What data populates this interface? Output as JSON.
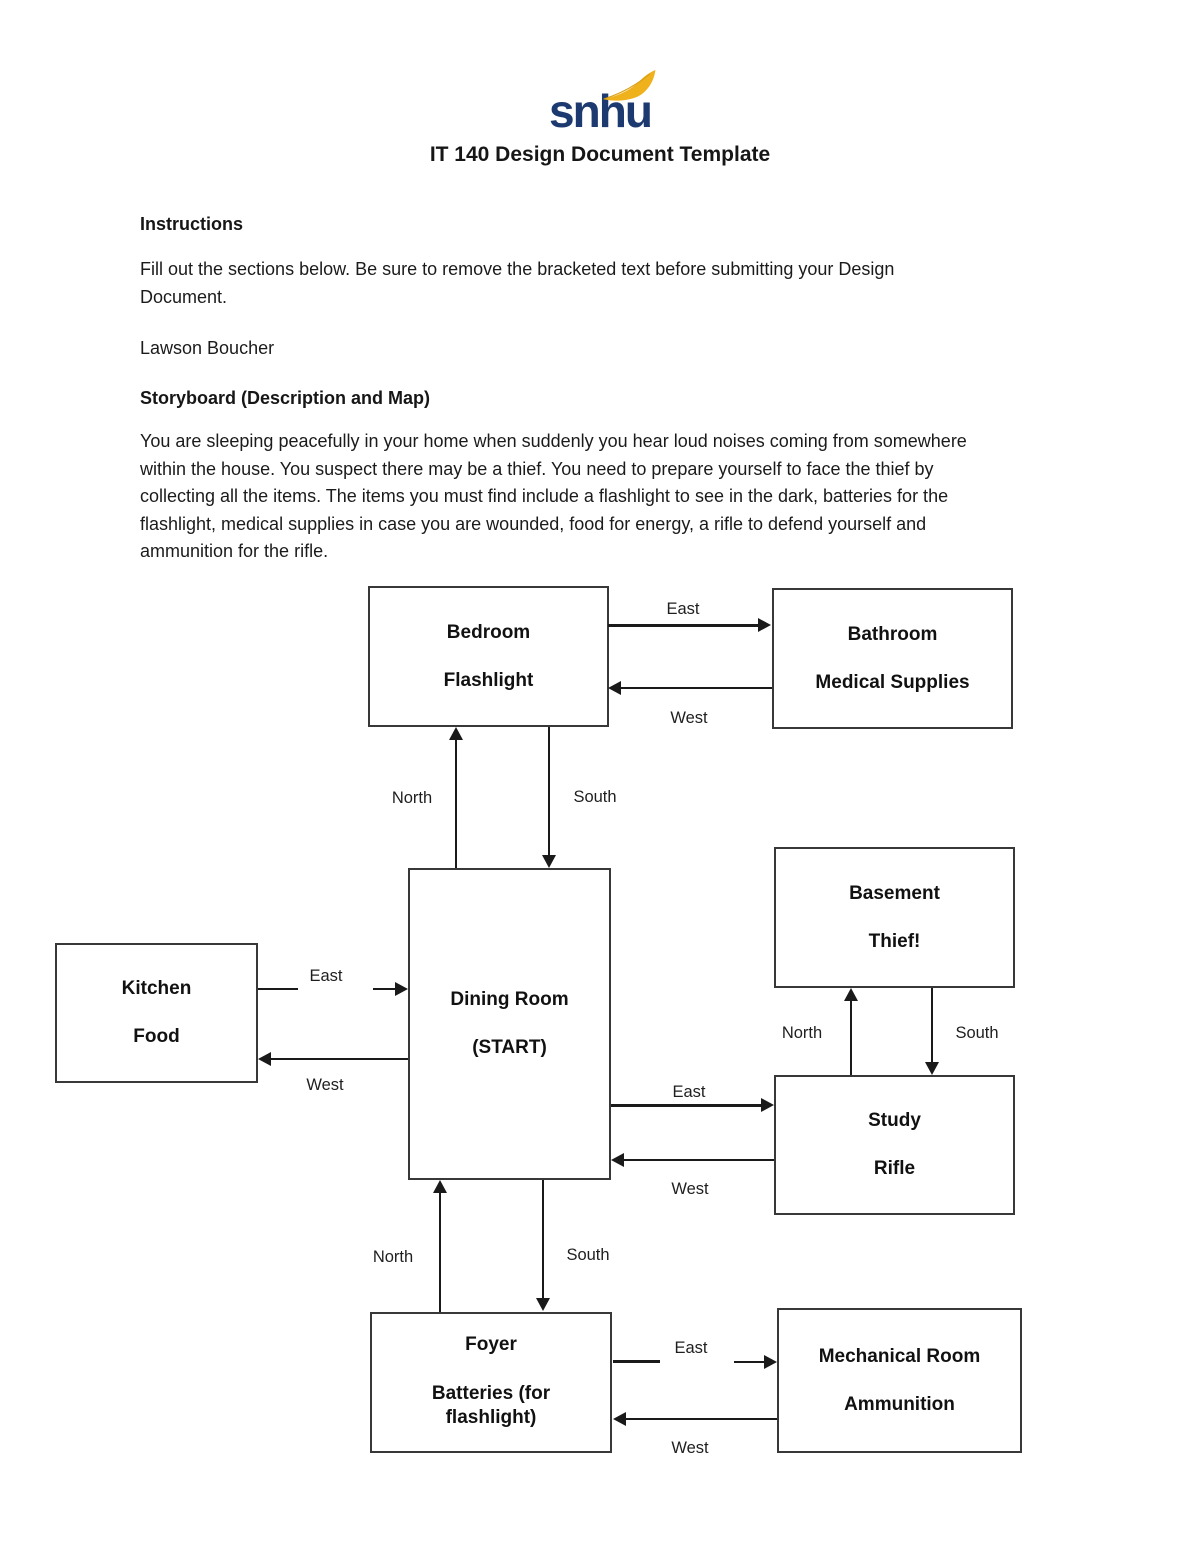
{
  "header": {
    "logo_text": "snhu",
    "title": "IT 140 Design Document Template"
  },
  "colors": {
    "logo_blue": "#1d3a70",
    "logo_gold": "#efb11c"
  },
  "sections": {
    "instructions": {
      "heading": "Instructions",
      "lines": [
        "Fill out the sections below. Be sure to remove the bracketed text before submitting your Design",
        "Document."
      ]
    },
    "author": "Lawson Boucher",
    "storyboard": {
      "heading": "Storyboard (Description and Map)",
      "lines": [
        "You are sleeping peacefully in your home when suddenly you hear loud noises coming from somewhere",
        "within the house. You suspect there may be a thief. You need to prepare yourself to face the thief by",
        "collecting all the items. The items you must find include a flashlight to see in the dark, batteries for the",
        "flashlight, medical supplies in case you are wounded, food for energy, a rifle to defend yourself and",
        "ammunition for the rifle."
      ]
    }
  },
  "diagram": {
    "rooms": {
      "bedroom": {
        "name": "Bedroom",
        "item": "Flashlight"
      },
      "bathroom": {
        "name": "Bathroom",
        "item": "Medical Supplies"
      },
      "kitchen": {
        "name": "Kitchen",
        "item": "Food"
      },
      "dining_room": {
        "name": "Dining Room",
        "item": "(START)"
      },
      "basement": {
        "name": "Basement",
        "item": "Thief!"
      },
      "study": {
        "name": "Study",
        "item": "Rifle"
      },
      "foyer": {
        "name": "Foyer",
        "item": "Batteries (for flashlight)"
      },
      "mechanical_room": {
        "name": "Mechanical Room",
        "item": "Ammunition"
      }
    },
    "connections": [
      {
        "from": "Bedroom",
        "to": "Bathroom",
        "direction": "East"
      },
      {
        "from": "Bathroom",
        "to": "Bedroom",
        "direction": "West"
      },
      {
        "from": "Dining Room",
        "to": "Bedroom",
        "direction": "North"
      },
      {
        "from": "Bedroom",
        "to": "Dining Room",
        "direction": "South"
      },
      {
        "from": "Kitchen",
        "to": "Dining Room",
        "direction": "East"
      },
      {
        "from": "Dining Room",
        "to": "Kitchen",
        "direction": "West"
      },
      {
        "from": "Dining Room",
        "to": "Study",
        "direction": "East"
      },
      {
        "from": "Study",
        "to": "Dining Room",
        "direction": "West"
      },
      {
        "from": "Study",
        "to": "Basement",
        "direction": "North"
      },
      {
        "from": "Basement",
        "to": "Study",
        "direction": "South"
      },
      {
        "from": "Foyer",
        "to": "Dining Room",
        "direction": "North"
      },
      {
        "from": "Dining Room",
        "to": "Foyer",
        "direction": "South"
      },
      {
        "from": "Foyer",
        "to": "Mechanical Room",
        "direction": "East"
      },
      {
        "from": "Mechanical Room",
        "to": "Foyer",
        "direction": "West"
      }
    ]
  }
}
